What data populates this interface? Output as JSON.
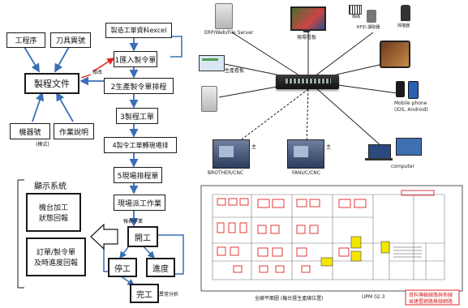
{
  "flow": {
    "left": {
      "process": "工程序",
      "tool_no": "刀具異號",
      "mfg_file": "製程文件",
      "machine_no": "機器號",
      "work_desc": "作業說明",
      "note_mode": "(模式)",
      "modify_tag": "修改"
    },
    "center": {
      "step0": "製造工單資料excel",
      "step1": "1匯入製令單",
      "step2": "2生產製令單排程",
      "step3": "3製程工單",
      "step4": "4製令工單轉現場排",
      "step5": "5現場排程單",
      "step6": "現場派工作業",
      "report_tag": "報表作業",
      "start": "開工",
      "stop": "停工",
      "progress": "進度",
      "finish": "完工",
      "finish_tag": "異常分析"
    },
    "display": {
      "title": "顯示系統",
      "machine_status": [
        "機台加工",
        "狀態回報"
      ],
      "work_progress": [
        "訂單/製令單",
        "及時進度回報"
      ]
    }
  },
  "network": {
    "server_label": "ERP/Web/File Server",
    "monitor_label": "現場看板",
    "scan_a": "條碼",
    "scan_b": "RFID 讀取器",
    "scan_c": "掃描器",
    "pc_label": "生產看板",
    "mobile_label": [
      "Mobile phone",
      "(iOS, Android)"
    ],
    "computer_label": "computer",
    "cnc_left": "BROTHER/CNC",
    "cnc_right": "FANUC/CNC",
    "cnc_small": "主"
  },
  "floorplan": {
    "caption": "全廠平面圖 (機台暨生產線位置)",
    "code": "UPM 02.3",
    "legend_lines": [
      "資料傳輸線路與佈線",
      "並建置網路無線網路"
    ]
  },
  "colors": {
    "line": "#3a6fb8",
    "red": "#e02424",
    "yellow": "#f2e600"
  }
}
